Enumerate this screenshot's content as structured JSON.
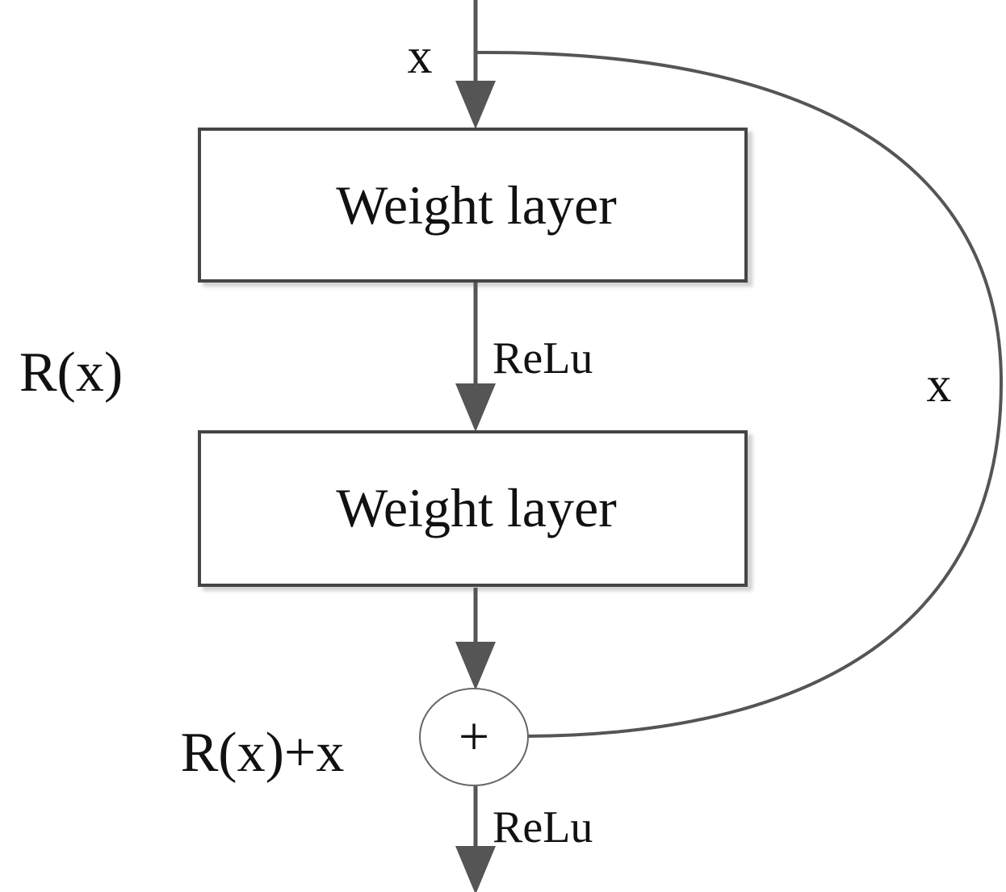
{
  "input_label": "x",
  "layer_1": {
    "label": "Weight layer"
  },
  "activation_1": "ReLu",
  "layer_2": {
    "label": "Weight layer"
  },
  "residual_label": "R(x)",
  "skip_label": "x",
  "add_symbol": "+",
  "sum_label": "R(x)+x",
  "activation_2": "ReLu",
  "colors": {
    "line": "#555555",
    "box_stroke": "#444444",
    "text": "#111111"
  }
}
